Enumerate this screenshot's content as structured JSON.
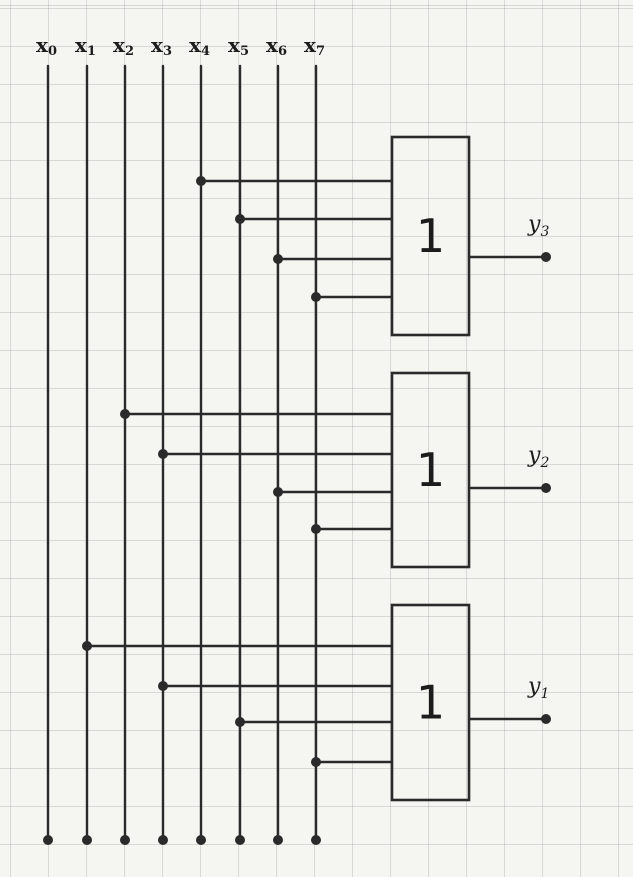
{
  "inputs": [
    {
      "var": "x",
      "sub": "0"
    },
    {
      "var": "x",
      "sub": "1"
    },
    {
      "var": "x",
      "sub": "2"
    },
    {
      "var": "x",
      "sub": "3"
    },
    {
      "var": "x",
      "sub": "4"
    },
    {
      "var": "x",
      "sub": "5"
    },
    {
      "var": "x",
      "sub": "6"
    },
    {
      "var": "x",
      "sub": "7"
    }
  ],
  "gates": [
    {
      "id": "gate-1",
      "symbol": "1",
      "output": {
        "var": "y",
        "sub": "3"
      },
      "inputs": [
        4,
        5,
        6,
        7
      ]
    },
    {
      "id": "gate-2",
      "symbol": "1",
      "output": {
        "var": "y",
        "sub": "2"
      },
      "inputs": [
        2,
        3,
        6,
        7
      ]
    },
    {
      "id": "gate-3",
      "symbol": "1",
      "output": {
        "var": "y",
        "sub": "1"
      },
      "inputs": [
        1,
        3,
        5,
        7
      ]
    }
  ],
  "colors": {
    "ink": "#2a2a2a",
    "paper": "#f5f5f2",
    "grid": "#b8b8b8"
  }
}
